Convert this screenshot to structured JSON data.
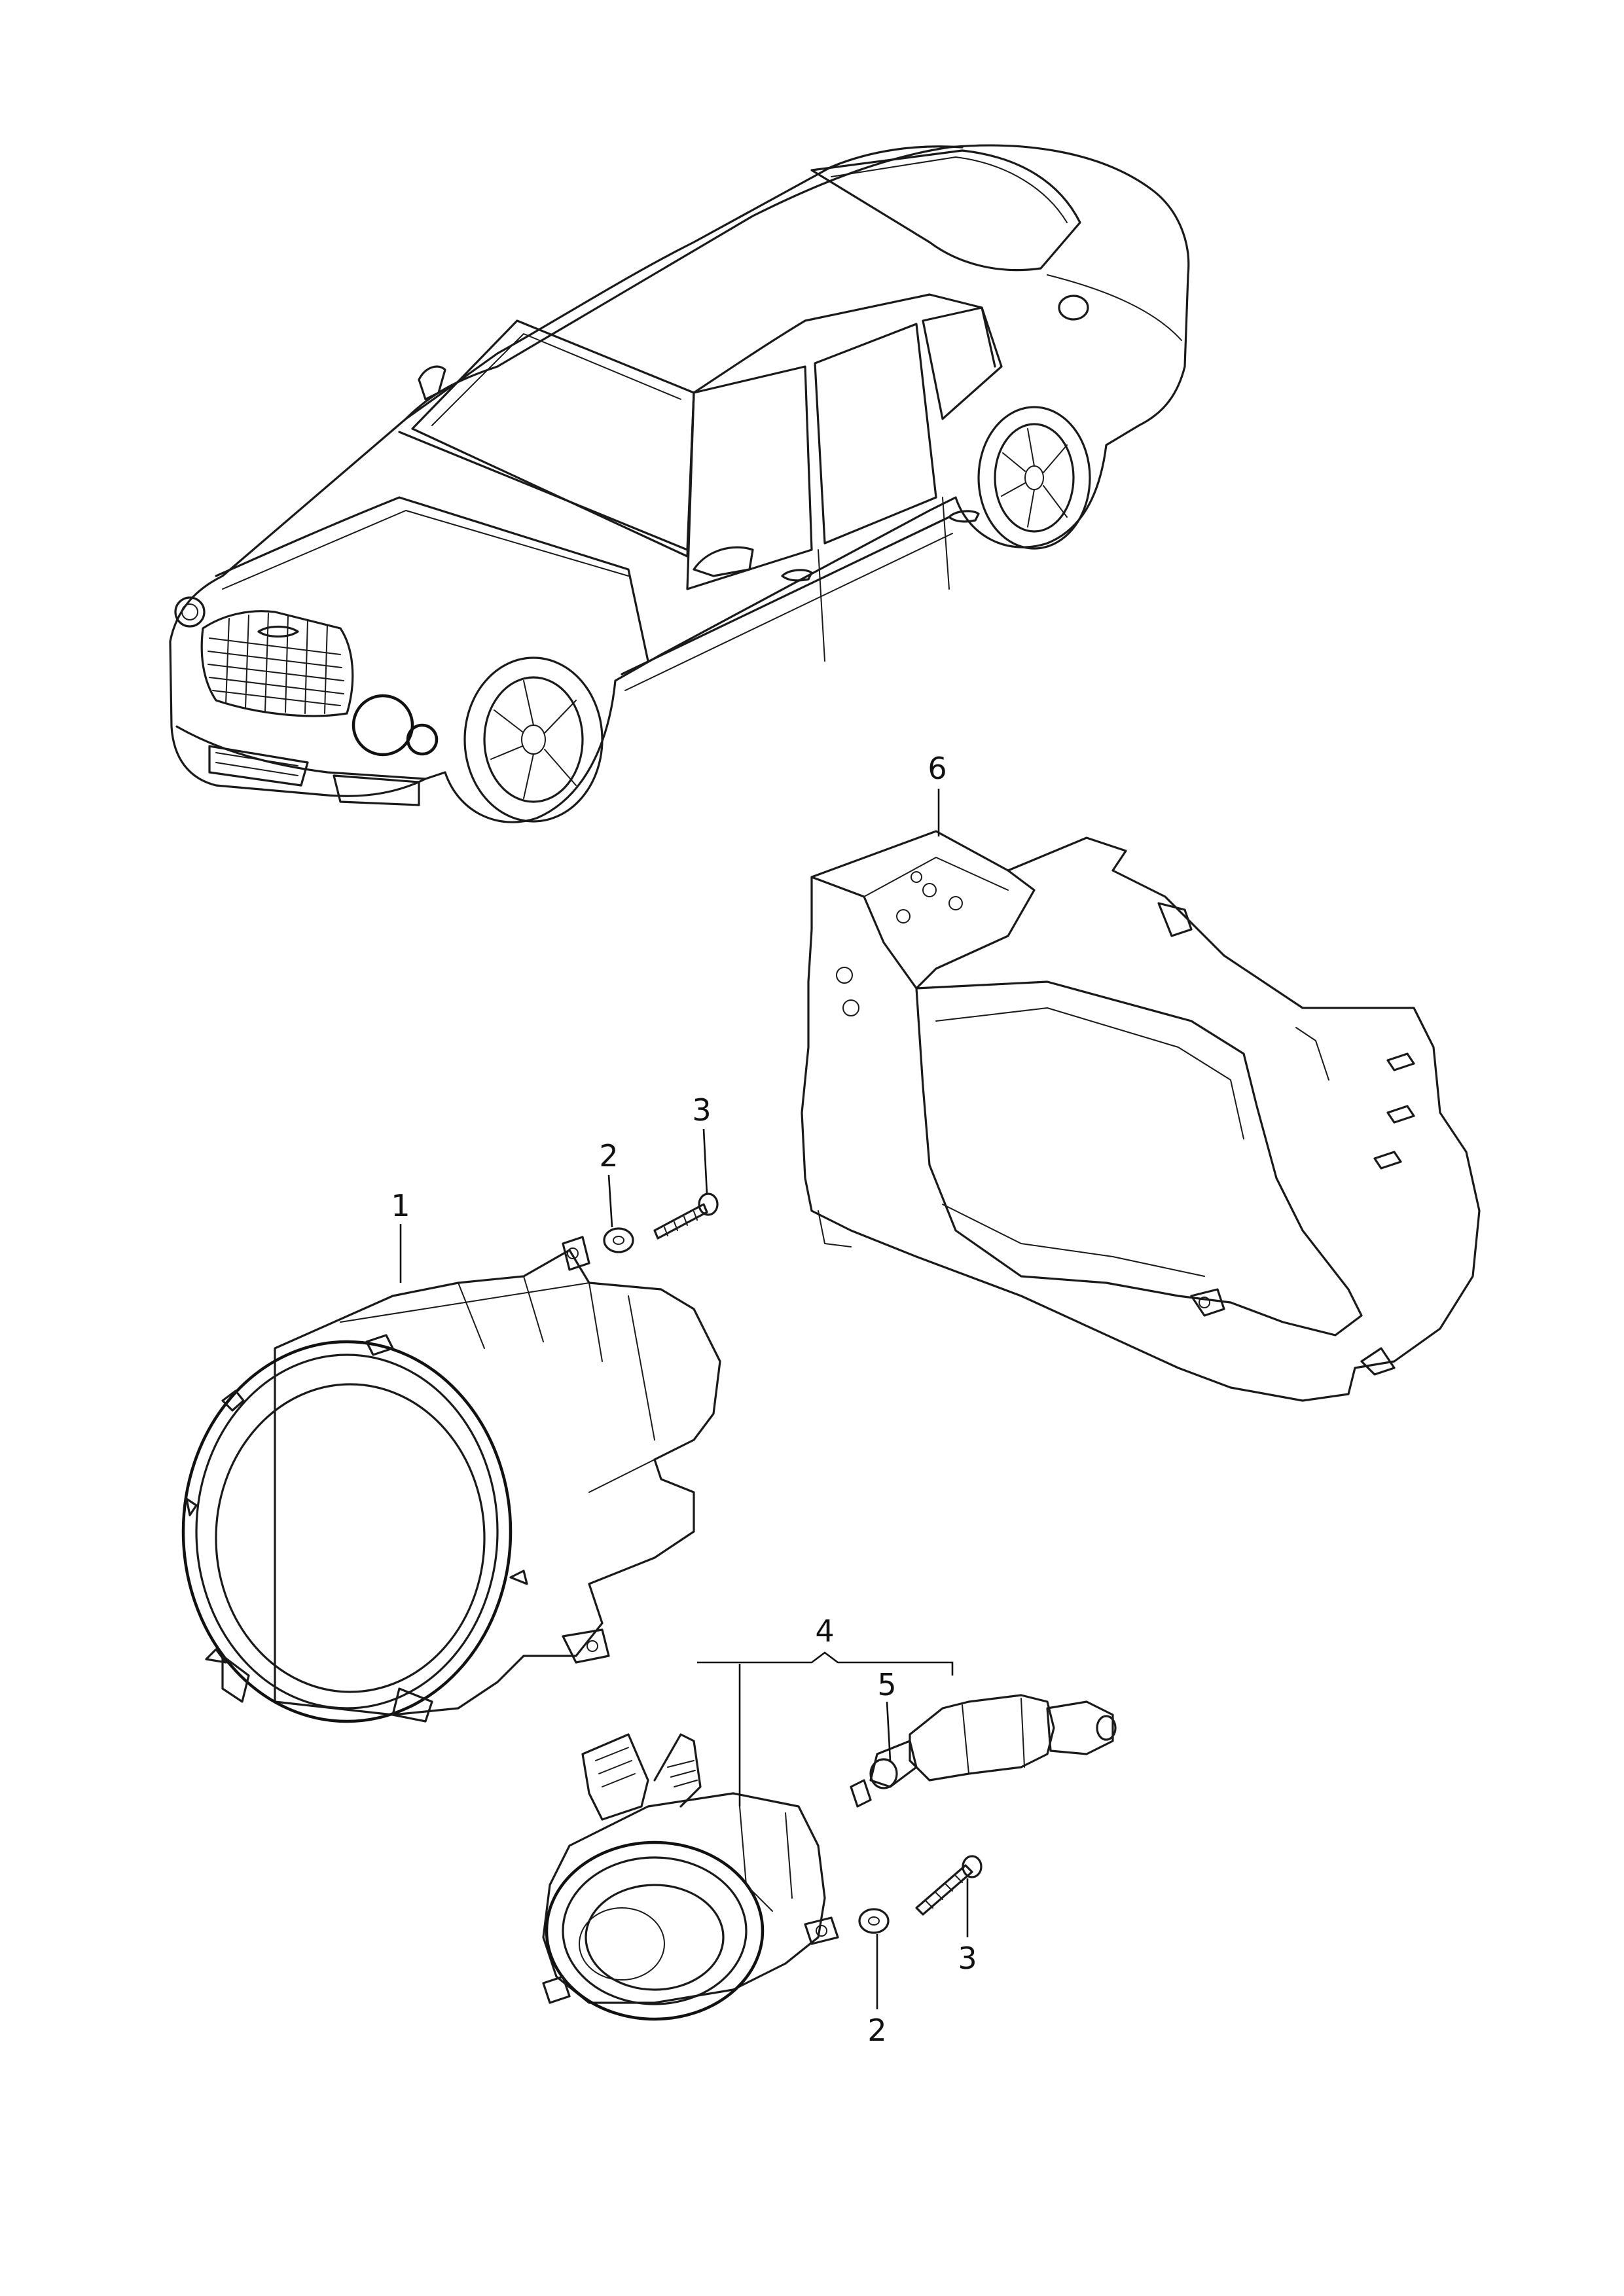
{
  "callouts": {
    "c1": "1",
    "c2_upper": "2",
    "c3_upper": "3",
    "c4": "4",
    "c5": "5",
    "c6": "6",
    "c2_lower": "2",
    "c3_lower": "3"
  }
}
